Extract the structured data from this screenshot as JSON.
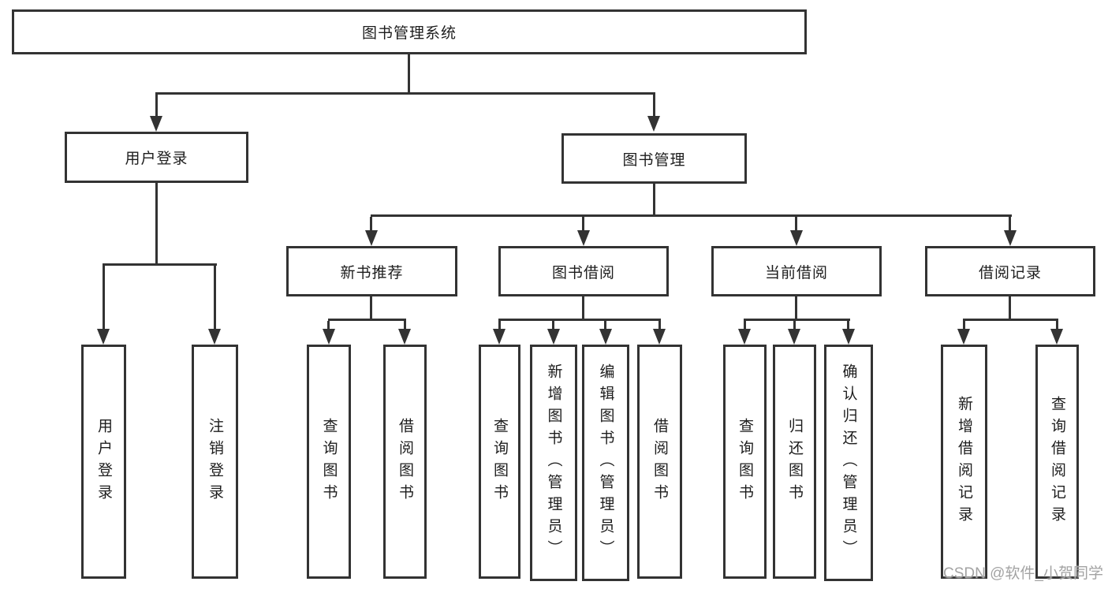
{
  "diagram": {
    "watermark": "CSDN @软件_小贺同学",
    "colors": {
      "line": "#333333",
      "border": "#333333",
      "text": "#1d1d1d",
      "watermark": "#a3a3a3",
      "background": "#ffffff"
    },
    "tree": {
      "label": "图书管理系统",
      "children": [
        {
          "label": "用户登录",
          "children": [
            {
              "label": "用户登录"
            },
            {
              "label": "注销登录"
            }
          ]
        },
        {
          "label": "图书管理",
          "children": [
            {
              "label": "新书推荐",
              "children": [
                {
                  "label": "查询图书"
                },
                {
                  "label": "借阅图书"
                }
              ]
            },
            {
              "label": "图书借阅",
              "children": [
                {
                  "label": "查询图书"
                },
                {
                  "label": "新增图书（管理员）"
                },
                {
                  "label": "编辑图书（管理员）"
                },
                {
                  "label": "借阅图书"
                }
              ]
            },
            {
              "label": "当前借阅",
              "children": [
                {
                  "label": "查询图书"
                },
                {
                  "label": "归还图书"
                },
                {
                  "label": "确认归还（管理员）"
                }
              ]
            },
            {
              "label": "借阅记录",
              "children": [
                {
                  "label": "新增借阅记录"
                },
                {
                  "label": "查询借阅记录"
                }
              ]
            }
          ]
        }
      ]
    }
  }
}
